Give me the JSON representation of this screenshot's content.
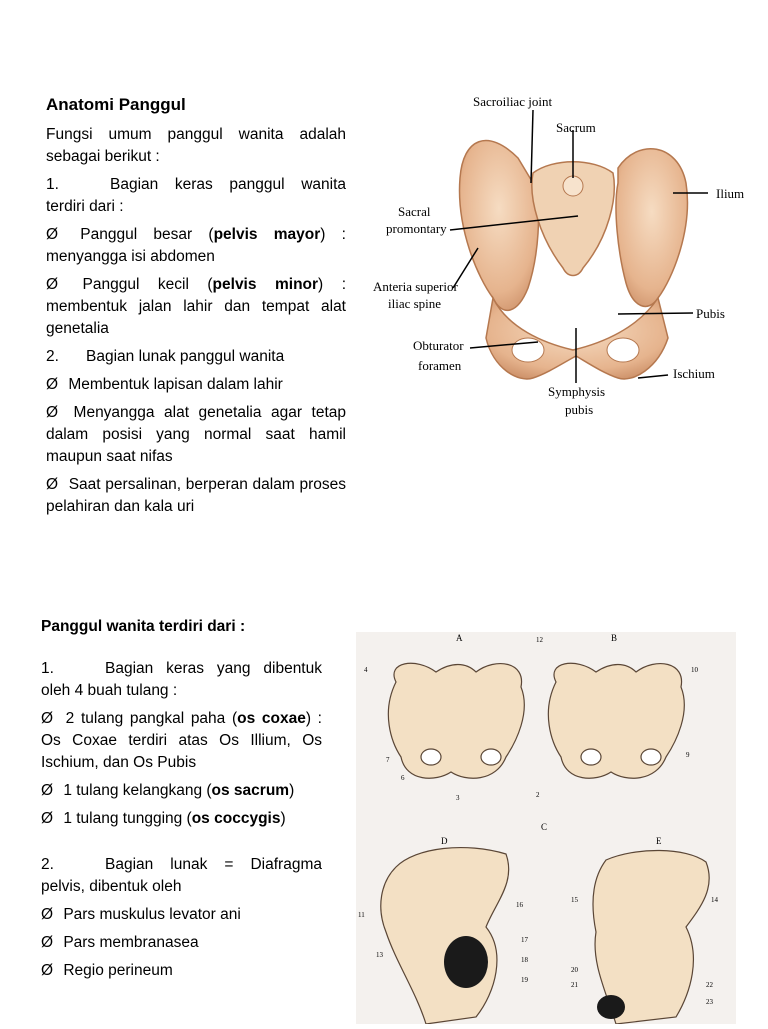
{
  "section1": {
    "title": "Anatomi Panggul",
    "intro": "Fungsi umum panggul wanita adalah sebagai berikut :",
    "item1_num": "1.",
    "item1_text": "Bagian keras panggul wanita terdiri dari :",
    "bullet_symbol": "Ø",
    "b1_pre": "Panggul besar (",
    "b1_bold": "pelvis mayor",
    "b1_post": ") : menyangga isi abdomen",
    "b2_pre": "Panggul kecil (",
    "b2_bold": "pelvis minor",
    "b2_post": ") : membentuk jalan lahir dan tempat alat genetalia",
    "item2_num": "2.",
    "item2_text": "Bagian lunak panggul wanita",
    "b3": "Membentuk lapisan dalam lahir",
    "b4": "Menyangga alat genetalia agar tetap dalam posisi yang normal saat hamil maupun saat nifas",
    "b5": "Saat persalinan, berperan dalam proses pelahiran dan kala uri"
  },
  "figure1": {
    "labels": {
      "sacroiliac": "Sacroiliac joint",
      "sacrum": "Sacrum",
      "ilium": "Ilium",
      "sacral1": "Sacral",
      "sacral2": "promontary",
      "anterior1": "Anteria superior",
      "anterior2": "iliac spine",
      "pubis": "Pubis",
      "obturator1": "Obturator",
      "obturator2": "foramen",
      "ischium": "Ischium",
      "symphysis1": "Symphysis",
      "symphysis2": "pubis"
    }
  },
  "section2": {
    "title": "Panggul wanita terdiri dari :",
    "item1_num": "1.",
    "item1_text": "Bagian keras yang dibentuk oleh 4 buah tulang :",
    "bullet_symbol": "Ø",
    "c1_pre": "2 tulang pangkal paha (",
    "c1_bold": "os coxae",
    "c1_post": ") : Os Coxae terdiri atas Os Illium, Os Ischium, dan Os Pubis",
    "c2_pre": "1 tulang kelangkang (",
    "c2_bold": "os sacrum",
    "c2_post": ")",
    "c3_pre": "1 tulang tungging (",
    "c3_bold": "os coccygis",
    "c3_post": ")",
    "item2_num": "2.",
    "item2_text": "Bagian lunak = Diafragma pelvis, dibentuk oleh",
    "d1": "Pars muskulus levator ani",
    "d2": "Pars membranasea",
    "d3": "Regio perineum"
  },
  "figure2": {
    "panel_labels": [
      "A",
      "B",
      "C",
      "D",
      "E"
    ],
    "callouts": [
      "12",
      "4",
      "7",
      "6",
      "3",
      "2",
      "9",
      "10",
      "11",
      "13",
      "14",
      "15",
      "16",
      "17",
      "18",
      "19",
      "20",
      "21",
      "22",
      "23"
    ]
  }
}
